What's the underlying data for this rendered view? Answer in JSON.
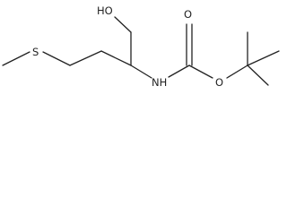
{
  "molecule": {
    "atoms": {
      "hydroxyl": "HO",
      "amine": "NH",
      "carbonyl_oxygen": "O",
      "ester_oxygen": "O",
      "sulfur": "S"
    }
  }
}
